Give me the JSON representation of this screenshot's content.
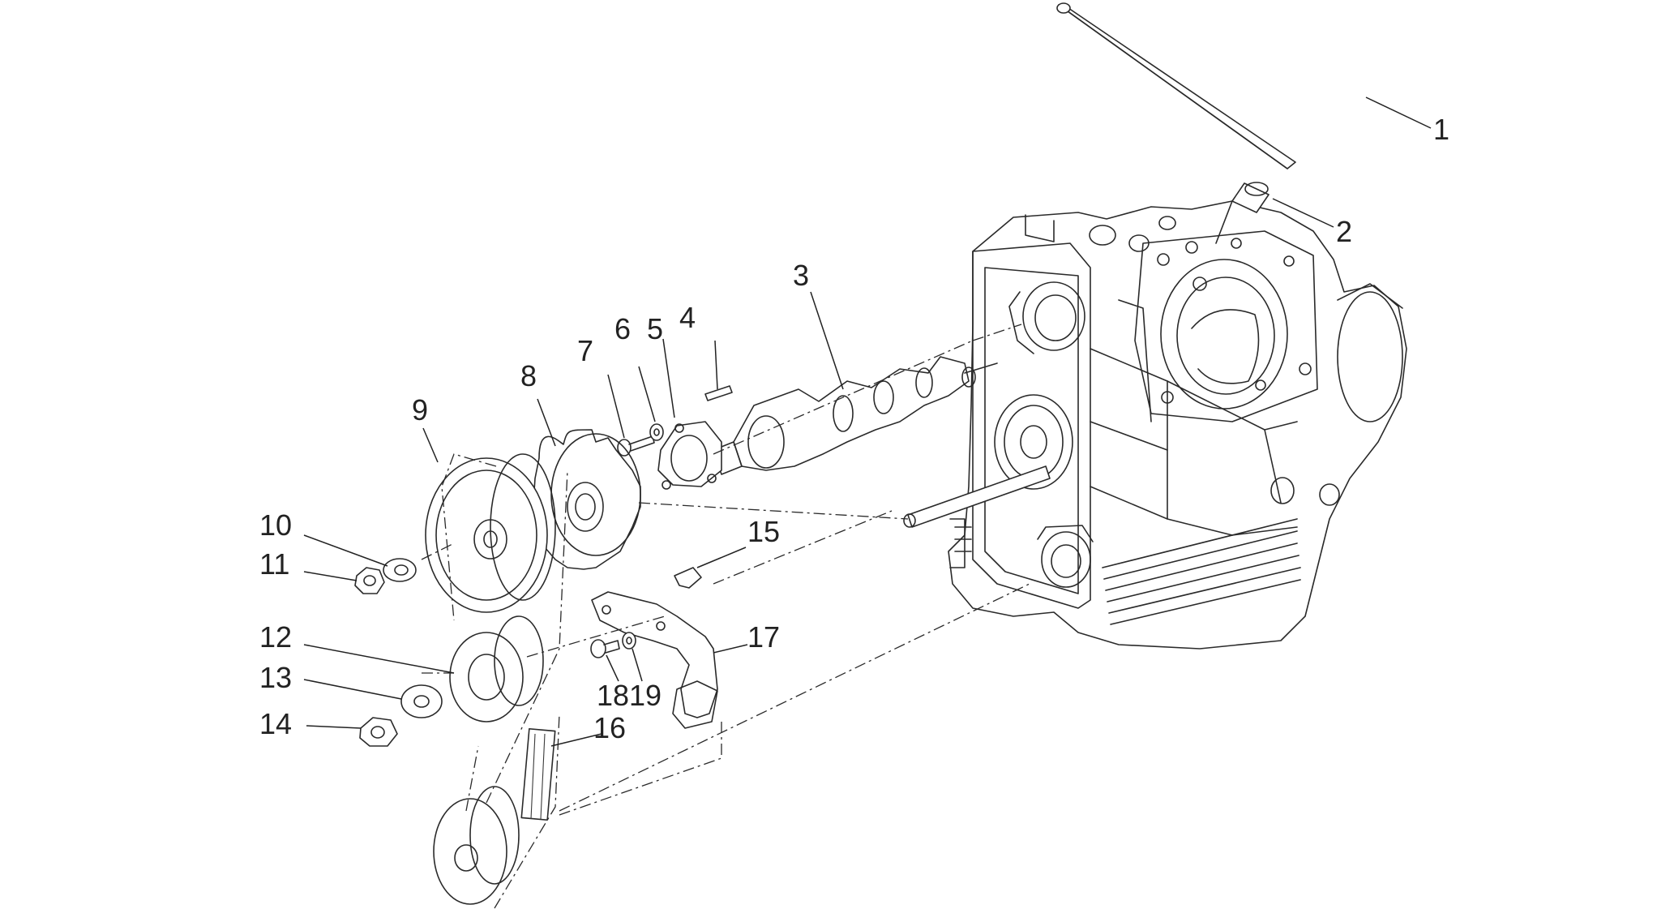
{
  "callouts": [
    {
      "id": "1",
      "label": "1"
    },
    {
      "id": "2",
      "label": "2"
    },
    {
      "id": "3",
      "label": "3"
    },
    {
      "id": "4",
      "label": "4"
    },
    {
      "id": "5",
      "label": "5"
    },
    {
      "id": "6",
      "label": "6"
    },
    {
      "id": "7",
      "label": "7"
    },
    {
      "id": "8",
      "label": "8"
    },
    {
      "id": "9",
      "label": "9"
    },
    {
      "id": "10",
      "label": "10"
    },
    {
      "id": "11",
      "label": "11"
    },
    {
      "id": "12",
      "label": "12"
    },
    {
      "id": "13",
      "label": "13"
    },
    {
      "id": "14",
      "label": "14"
    },
    {
      "id": "15",
      "label": "15"
    },
    {
      "id": "16",
      "label": "16"
    },
    {
      "id": "17",
      "label": "17"
    },
    {
      "id": "18",
      "label": "18"
    },
    {
      "id": "19",
      "label": "19"
    }
  ],
  "colors": {
    "line": "#2a2a2a",
    "background": "#ffffff"
  }
}
